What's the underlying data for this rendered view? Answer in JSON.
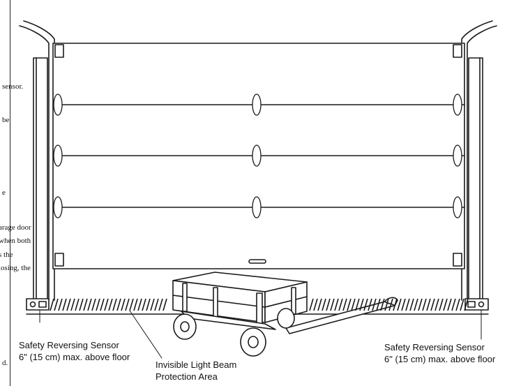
{
  "labels": {
    "left_sensor": {
      "line1": "Safety Reversing Sensor",
      "line2": "6\" (15 cm) max. above floor"
    },
    "right_sensor": {
      "line1": "Safety Reversing Sensor",
      "line2": "6\" (15 cm) max. above floor"
    },
    "beam": {
      "line1": "Invisible Light Beam",
      "line2": "Protection Area"
    }
  },
  "fragments": [
    "sensor.",
    "be",
    "e",
    "arage  door",
    "when  both",
    "s  the",
    "losing,  the",
    "d."
  ],
  "colors": {
    "line": "#1a1a1a",
    "fill": "#ffffff",
    "hatch": "#1a1a1a"
  },
  "icons": [
    "garage-door",
    "wagon",
    "safety-sensor",
    "light-beam"
  ]
}
